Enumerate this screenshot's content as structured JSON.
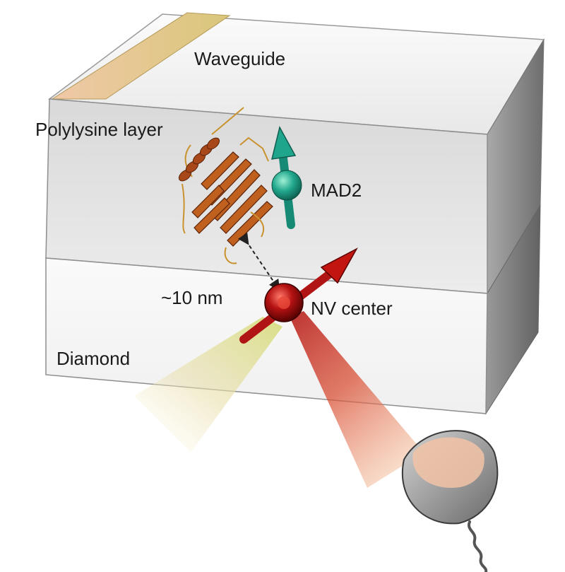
{
  "labels": {
    "waveguide": "Waveguide",
    "polylysine": "Polylysine layer",
    "mad2": "MAD2",
    "distance": "~10 nm",
    "nv_center": "NV center",
    "diamond": "Diamond"
  },
  "colors": {
    "top_face": "#f2f2f2",
    "front_face_upper": "#e3e3e3",
    "front_face_lower": "#f5f5f5",
    "side_face": "#8c8c8c",
    "waveguide": "#e9c79a",
    "protein": "#b5531f",
    "spin_teal": "#1f9b86",
    "nv_red": "#b81414",
    "laser_yellow": "#e3e6a0",
    "laser_red": "#c8281e",
    "detector": "#9a9a9a"
  }
}
